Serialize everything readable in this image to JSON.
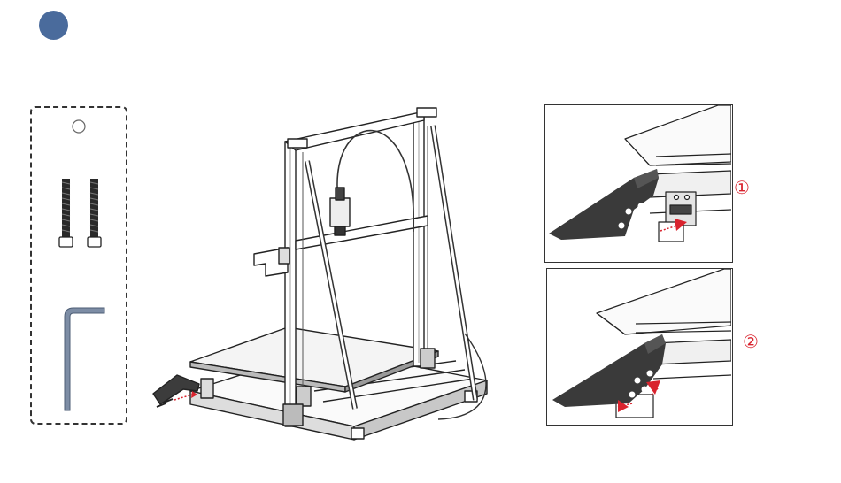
{
  "step": {
    "badge_color": "#4a6b9c"
  },
  "parts": [
    {
      "name": "washer"
    },
    {
      "name": "socket-head-screw",
      "quantity": 2
    },
    {
      "name": "allen-key"
    }
  ],
  "callouts": [
    {
      "label": "①",
      "color": "#d9232e"
    },
    {
      "label": "②",
      "color": "#d9232e"
    }
  ],
  "arrow_color": "#d9232e"
}
